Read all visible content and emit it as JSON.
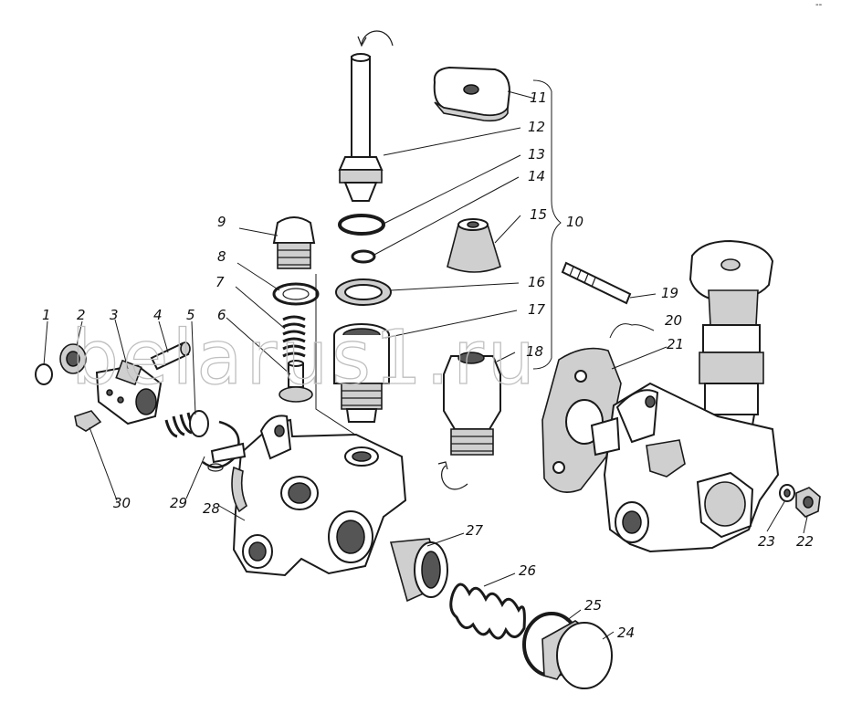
{
  "watermark": "belarus1.ru",
  "corner_mark": "--",
  "labels": [
    {
      "id": "1",
      "text": "1"
    },
    {
      "id": "2",
      "text": "2"
    },
    {
      "id": "3",
      "text": "3"
    },
    {
      "id": "4",
      "text": "4"
    },
    {
      "id": "5",
      "text": "5"
    },
    {
      "id": "6",
      "text": "6"
    },
    {
      "id": "7",
      "text": "7"
    },
    {
      "id": "8",
      "text": "8"
    },
    {
      "id": "9",
      "text": "9"
    },
    {
      "id": "10",
      "text": "10"
    },
    {
      "id": "11",
      "text": "11"
    },
    {
      "id": "12",
      "text": "12"
    },
    {
      "id": "13",
      "text": "13"
    },
    {
      "id": "14",
      "text": "14"
    },
    {
      "id": "15",
      "text": "15"
    },
    {
      "id": "16",
      "text": "16"
    },
    {
      "id": "17",
      "text": "17"
    },
    {
      "id": "18",
      "text": "18"
    },
    {
      "id": "19",
      "text": "19"
    },
    {
      "id": "20",
      "text": "20"
    },
    {
      "id": "21",
      "text": "21"
    },
    {
      "id": "22",
      "text": "22"
    },
    {
      "id": "23",
      "text": "23"
    },
    {
      "id": "24",
      "text": "24"
    },
    {
      "id": "25",
      "text": "25"
    },
    {
      "id": "26",
      "text": "26"
    },
    {
      "id": "27",
      "text": "27"
    },
    {
      "id": "28",
      "text": "28"
    },
    {
      "id": "29",
      "text": "29"
    },
    {
      "id": "30",
      "text": "30"
    }
  ]
}
